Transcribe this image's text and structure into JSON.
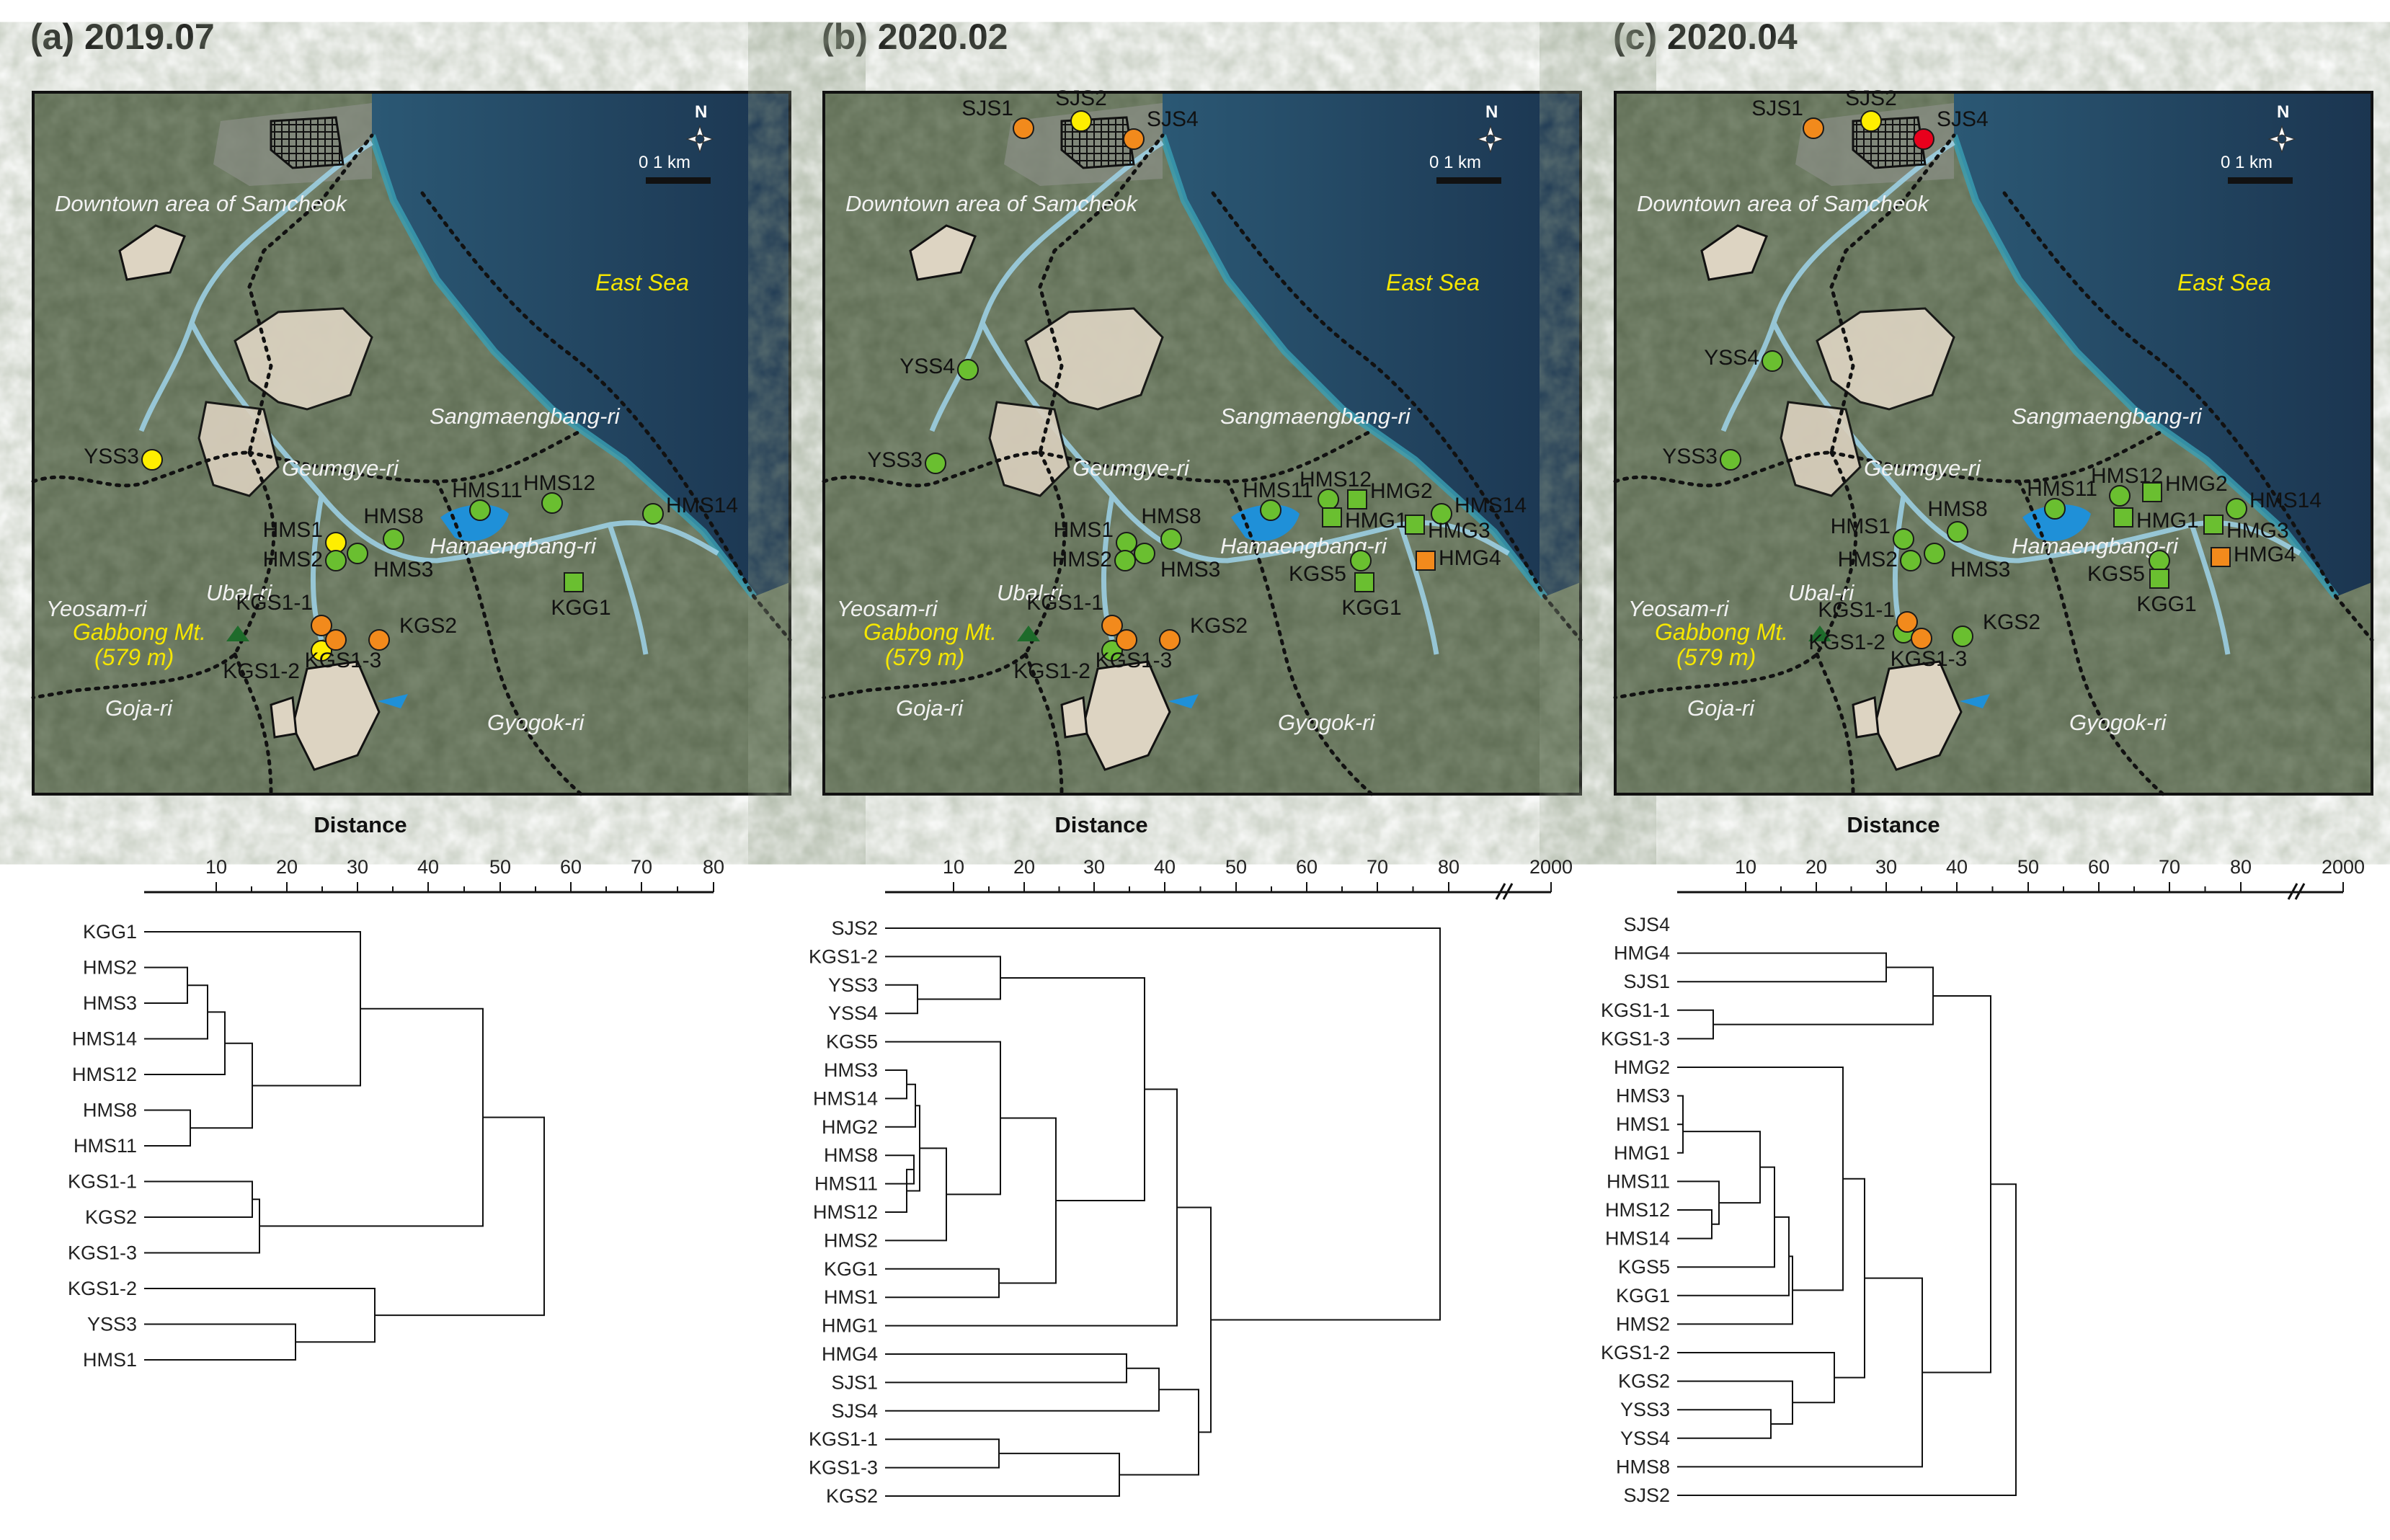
{
  "panels": [
    {
      "title": "(a) 2019.07",
      "map": {
        "place_labels": [
          "Downtown area of Samcheok",
          "Geumgye-ri",
          "Sangmaengbang-ri",
          "Hamaengbang-ri",
          "Yeosam-ri",
          "Ubal-ri",
          "Goja-ri",
          "Gyogok-ri"
        ],
        "sea_label": "East Sea",
        "mountain_label": "Gabbong Mt.",
        "mountain_height": "(579 m)",
        "north_label": "N",
        "scale_label": "0      1 km",
        "sites": [
          {
            "label": "YSS3",
            "status": "yellow"
          },
          {
            "label": "HMS1",
            "status": "yellow"
          },
          {
            "label": "HMS2",
            "status": "green"
          },
          {
            "label": "HMS3",
            "status": "green"
          },
          {
            "label": "HMS8",
            "status": "green"
          },
          {
            "label": "HMS11",
            "status": "green"
          },
          {
            "label": "HMS12",
            "status": "green"
          },
          {
            "label": "HMS14",
            "status": "green"
          },
          {
            "label": "KGG1",
            "status": "green-square"
          },
          {
            "label": "KGS1-1",
            "status": "orange"
          },
          {
            "label": "KGS2",
            "status": "orange"
          },
          {
            "label": "KGS1-2",
            "status": "yellow"
          },
          {
            "label": "KGS1-3",
            "status": "orange"
          }
        ]
      },
      "dendrogram": {
        "axis_title": "Distance",
        "ticks": [
          "10",
          "20",
          "30",
          "40",
          "50",
          "60",
          "70",
          "80"
        ],
        "leaves": [
          "KGG1",
          "HMS2",
          "HMS3",
          "HMS14",
          "HMS12",
          "HMS8",
          "HMS11",
          "KGS1-1",
          "KGS2",
          "KGS1-3",
          "KGS1-2",
          "YSS3",
          "HMS1"
        ]
      }
    },
    {
      "title": "(b) 2020.02",
      "map": {
        "place_labels": [
          "Downtown area of Samcheok",
          "Geumgye-ri",
          "Sangmaengbang-ri",
          "Hamaengbang-ri",
          "Yeosam-ri",
          "Ubal-ri",
          "Goja-ri",
          "Gyogok-ri"
        ],
        "sea_label": "East Sea",
        "mountain_label": "Gabbong Mt.",
        "mountain_height": "(579 m)",
        "north_label": "N",
        "scale_label": "0      1 km",
        "sites": [
          {
            "label": "SJS1",
            "status": "orange"
          },
          {
            "label": "SJS2",
            "status": "yellow"
          },
          {
            "label": "SJS4",
            "status": "orange"
          },
          {
            "label": "YSS4",
            "status": "green"
          },
          {
            "label": "YSS3",
            "status": "green"
          },
          {
            "label": "HMS1",
            "status": "green"
          },
          {
            "label": "HMS2",
            "status": "green"
          },
          {
            "label": "HMS3",
            "status": "green"
          },
          {
            "label": "HMS8",
            "status": "green"
          },
          {
            "label": "HMS11",
            "status": "green"
          },
          {
            "label": "HMS12",
            "status": "green"
          },
          {
            "label": "HMS14",
            "status": "green"
          },
          {
            "label": "HMG1",
            "status": "green-square"
          },
          {
            "label": "HMG2",
            "status": "green-square"
          },
          {
            "label": "HMG3",
            "status": "green-square"
          },
          {
            "label": "HMG4",
            "status": "orange-square"
          },
          {
            "label": "KGS5",
            "status": "green"
          },
          {
            "label": "KGG1",
            "status": "green-square"
          },
          {
            "label": "KGS1-1",
            "status": "orange"
          },
          {
            "label": "KGS2",
            "status": "orange"
          },
          {
            "label": "KGS1-2",
            "status": "green"
          },
          {
            "label": "KGS1-3",
            "status": "orange"
          }
        ]
      },
      "dendrogram": {
        "axis_title": "Distance",
        "ticks": [
          "10",
          "20",
          "30",
          "40",
          "50",
          "60",
          "70",
          "80",
          "2000"
        ],
        "leaves": [
          "SJS2",
          "KGS1-2",
          "YSS3",
          "YSS4",
          "KGS5",
          "HMS3",
          "HMS14",
          "HMG2",
          "HMS8",
          "HMS11",
          "HMS12",
          "HMS2",
          "KGG1",
          "HMS1",
          "HMG1",
          "HMG4",
          "SJS1",
          "SJS4",
          "KGS1-1",
          "KGS1-3",
          "KGS2"
        ]
      }
    },
    {
      "title": "(c) 2020.04",
      "map": {
        "place_labels": [
          "Downtown area of Samcheok",
          "Geumgye-ri",
          "Sangmaengbang-ri",
          "Hamaengbang-ri",
          "Yeosam-ri",
          "Ubal-ri",
          "Goja-ri",
          "Gyogok-ri"
        ],
        "sea_label": "East Sea",
        "mountain_label": "Gabbong Mt.",
        "mountain_height": "(579 m)",
        "north_label": "N",
        "scale_label": "0      1 km",
        "sites": [
          {
            "label": "SJS1",
            "status": "orange"
          },
          {
            "label": "SJS2",
            "status": "yellow"
          },
          {
            "label": "SJS4",
            "status": "red"
          },
          {
            "label": "YSS4",
            "status": "green"
          },
          {
            "label": "YSS3",
            "status": "green"
          },
          {
            "label": "HMS1",
            "status": "green"
          },
          {
            "label": "HMS2",
            "status": "green"
          },
          {
            "label": "HMS3",
            "status": "green"
          },
          {
            "label": "HMS8",
            "status": "green"
          },
          {
            "label": "HMS11",
            "status": "green"
          },
          {
            "label": "HMS12",
            "status": "green"
          },
          {
            "label": "HMS14",
            "status": "green"
          },
          {
            "label": "HMG1",
            "status": "green-square"
          },
          {
            "label": "HMG2",
            "status": "green-square"
          },
          {
            "label": "HMG3",
            "status": "green-square"
          },
          {
            "label": "HMG4",
            "status": "orange-square"
          },
          {
            "label": "KGS5",
            "status": "green"
          },
          {
            "label": "KGG1",
            "status": "green-square"
          },
          {
            "label": "KGS1-1",
            "status": "green"
          },
          {
            "label": "KGS2",
            "status": "green"
          },
          {
            "label": "KGS1-2",
            "status": "orange"
          },
          {
            "label": "KGS1-3",
            "status": "orange"
          }
        ]
      },
      "dendrogram": {
        "axis_title": "Distance",
        "ticks": [
          "10",
          "20",
          "30",
          "40",
          "50",
          "60",
          "70",
          "80",
          "2000"
        ],
        "leaves": [
          "SJS4",
          "HMG4",
          "SJS1",
          "KGS1-1",
          "KGS1-3",
          "HMG2",
          "HMS3",
          "HMS1",
          "HMG1",
          "HMS11",
          "HMS12",
          "HMS14",
          "KGS5",
          "KGG1",
          "HMS2",
          "KGS1-2",
          "KGS2",
          "YSS3",
          "YSS4",
          "HMS8",
          "SJS2"
        ]
      }
    }
  ],
  "colors": {
    "yellow": "#ffee00",
    "green": "#6abf30",
    "orange": "#f28a1c",
    "red": "#e8001c",
    "water": "#1f90d8",
    "sea": "#1d3e5c",
    "land": "#5d6b52"
  }
}
